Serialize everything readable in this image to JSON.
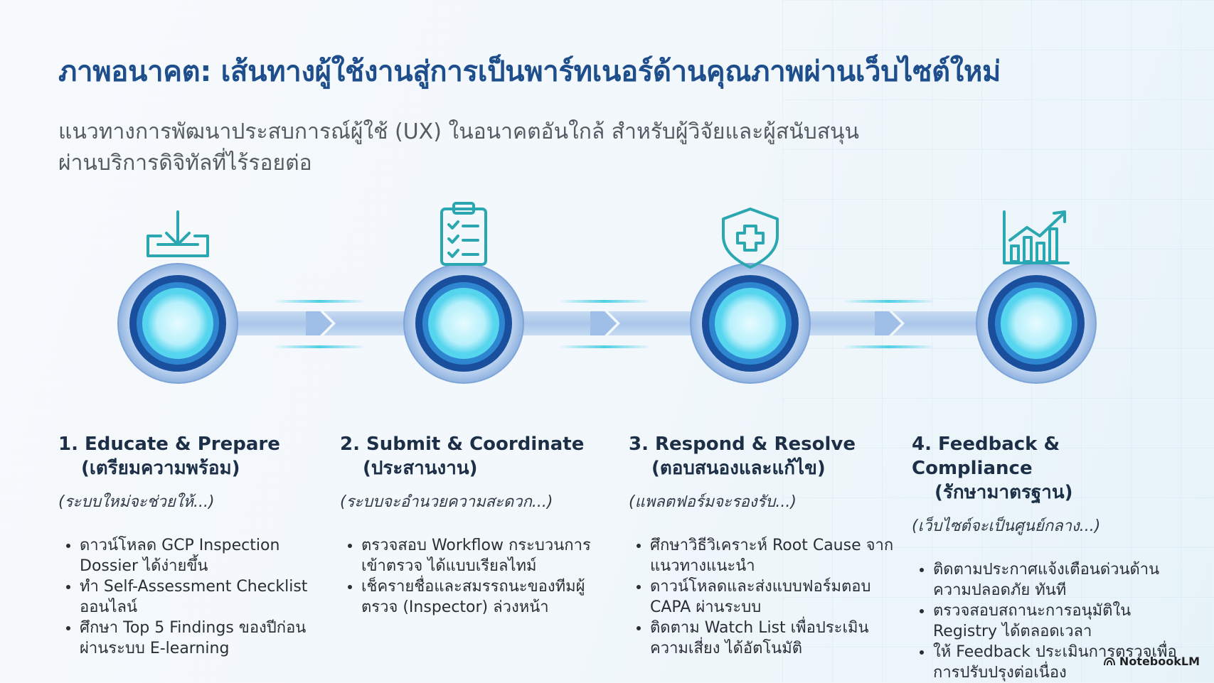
{
  "title": "ภาพอนาคต: เส้นทางผู้ใช้งานสู่การเป็นพาร์ทเนอร์ด้านคุณภาพผ่านเว็บไซต์ใหม่",
  "subtitle_line1": "แนวทางการพัฒนาประสบการณ์ผู้ใช้ (UX) ในอนาคตอันใกล้ สำหรับผู้วิจัยและผู้สนับสนุน",
  "subtitle_line2": "ผ่านบริการดิจิทัลที่ไร้รอยต่อ",
  "colors": {
    "title": "#1e4f8c",
    "accent_teal": "#2aa7b0",
    "node_dark": "#1b55a6",
    "node_glow": "#4fd3ea"
  },
  "steps": [
    {
      "icon": "download-tray-icon",
      "heading": "1. Educate & Prepare",
      "heading_th": "(เตรียมความพร้อม)",
      "note": "(ระบบใหม่จะช่วยให้...)",
      "bullets": [
        "ดาวน์โหลด GCP Inspection Dossier ได้ง่ายขึ้น",
        "ทำ Self-Assessment Checklist ออนไลน์",
        "ศึกษา Top 5 Findings ของปีก่อน ผ่านระบบ E-learning"
      ]
    },
    {
      "icon": "clipboard-checklist-icon",
      "heading": "2. Submit & Coordinate",
      "heading_th": "(ประสานงาน)",
      "note": "(ระบบจะอำนวยความสะดวก...)",
      "bullets": [
        "ตรวจสอบ Workflow กระบวนการเข้าตรวจ ได้แบบเรียลไทม์",
        "เช็ครายชื่อและสมรรถนะของทีมผู้ตรวจ (Inspector) ล่วงหน้า"
      ]
    },
    {
      "icon": "shield-plus-icon",
      "heading": "3. Respond & Resolve",
      "heading_th": "(ตอบสนองและแก้ไข)",
      "note": "(แพลตฟอร์มจะรองรับ...)",
      "bullets": [
        "ศึกษาวิธีวิเคราะห์ Root Cause จากแนวทางแนะนำ",
        "ดาวน์โหลดและส่งแบบฟอร์มตอบ CAPA ผ่านระบบ",
        "ติดตาม Watch List เพื่อประเมินความเสี่ยง ได้อัตโนมัติ"
      ]
    },
    {
      "icon": "growth-chart-icon",
      "heading": "4. Feedback & Compliance",
      "heading_th": "(รักษามาตรฐาน)",
      "note": "(เว็บไซต์จะเป็นศูนย์กลาง...)",
      "bullets": [
        "ติดตามประกาศแจ้งเตือนด่วนด้านความปลอดภัย ทันที",
        "ตรวจสอบสถานะการอนุมัติใน Registry ได้ตลอดเวลา",
        "ให้ Feedback ประเมินการตรวจเพื่อการปรับปรุงต่อเนื่อง"
      ]
    }
  ],
  "brand": "NotebookLM"
}
